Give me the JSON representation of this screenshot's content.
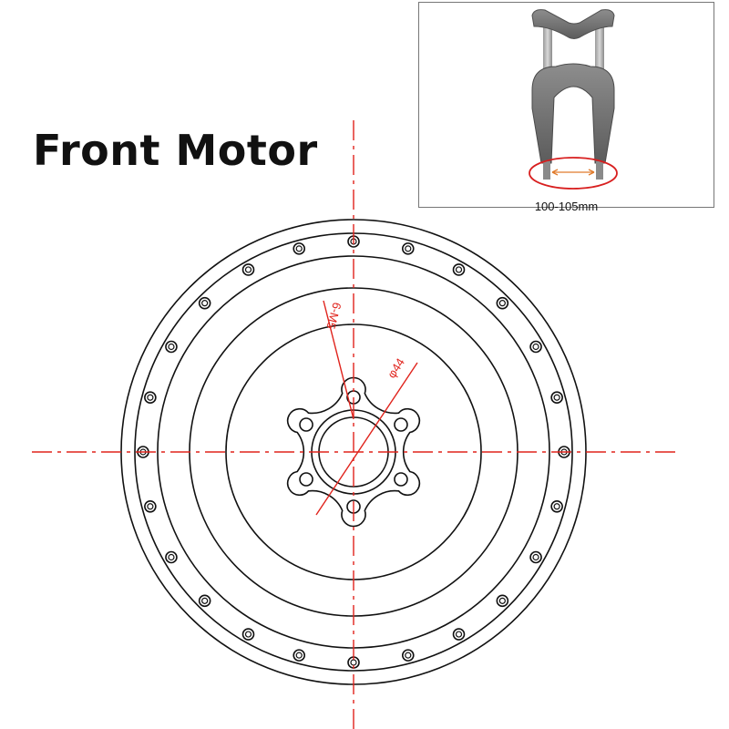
{
  "title": "Front Motor",
  "inset": {
    "caption": "100-105mm",
    "colors": {
      "fork": "#6f6f6f",
      "ellipse": "#d81f1f",
      "arrow": "#e07b2c"
    }
  },
  "drawing": {
    "labels": {
      "hole_spec": "6-M5",
      "bcd": "φ44"
    },
    "colors": {
      "outline": "#111111",
      "centerline": "#e0231c"
    },
    "outer_hole_count": 24,
    "flange_hole_count": 6
  }
}
